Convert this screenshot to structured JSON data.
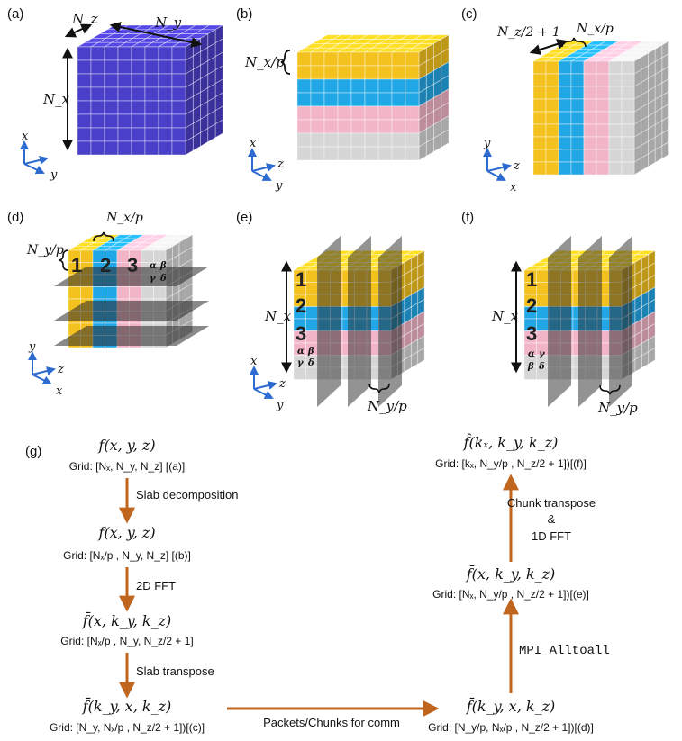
{
  "colors": {
    "block_blue": "#4a3fc8",
    "yellow": "#f4c21f",
    "cyan": "#22a7e6",
    "pink": "#f2b5c8",
    "gray": "#d6d6d6",
    "arrow": "#c0651e",
    "axis": "#2d6bd1"
  },
  "panels": {
    "a": {
      "label": "(a)",
      "dim1": "N_z",
      "dim2": "N_y",
      "dim3": "N_x",
      "axis_up": "x",
      "axis_right": "",
      "axis_diag": "y"
    },
    "b": {
      "label": "(b)",
      "slab": "N_x/p",
      "axis_up": "x",
      "axis_right": "z",
      "axis_diag": "y"
    },
    "c": {
      "label": "(c)",
      "dim1": "N_z/2 + 1",
      "dim2": "N_x/p",
      "axis_up": "y",
      "axis_right": "z",
      "axis_diag": "x"
    },
    "d": {
      "label": "(d)",
      "top": "N_x/p",
      "left": "N_y/p",
      "n1": "1",
      "n2": "2",
      "n3": "3",
      "g1": "α",
      "g2": "β",
      "g3": "γ",
      "g4": "δ",
      "axis_up": "y",
      "axis_right": "z",
      "axis_diag": "x"
    },
    "e": {
      "label": "(e)",
      "left": "N_x",
      "bottom": "N_y/p",
      "n1": "1",
      "n2": "2",
      "n3": "3",
      "g1": "α",
      "g2": "β",
      "g3": "γ",
      "g4": "δ",
      "axis_up": "x",
      "axis_right": "z",
      "axis_diag": "y"
    },
    "f": {
      "label": "(f)",
      "left": "N_x",
      "bottom": "N_y/p",
      "n1": "1",
      "n2": "2",
      "n3": "3",
      "g1": "α",
      "g2": "γ",
      "g3": "β",
      "g4": "δ"
    }
  },
  "flow": {
    "label": "(g)",
    "n1_fn": "f(x, y, z)",
    "n1_grid": "Grid: [Nₓ, N_y, N_z] [(a)]",
    "e1": "Slab decomposition",
    "n2_fn": "f(x, y, z)",
    "n2_grid": "Grid: [Nₓ/p , N_y, N_z] [(b)]",
    "e2": "2D FFT",
    "n3_fn": "f̄(x, k_y, k_z)",
    "n3_grid": "Grid: [Nₓ/p , N_y, N_z/2 + 1]",
    "e3": "Slab transpose",
    "n4_fn": "f̄(k_y, x, k_z)",
    "n4_grid": "Grid: [N_y, Nₓ/p , N_z/2 + 1])[(c)]",
    "e4": "Packets/Chunks for comm",
    "n5_fn": "f̄(k_y, x, k_z)",
    "n5_grid": "Grid: [N_y/p, Nₓ/p , N_z/2 + 1])[(d)]",
    "e5": "MPI_Alltoall",
    "n6_fn": "f̄(x, k_y, k_z)",
    "n6_grid": "Grid: [Nₓ, N_y/p , N_z/2 + 1])[(e)]",
    "e6a": "Chunk transpose",
    "e6b": "&",
    "e6c": "1D FFT",
    "n7_fn": "f̂(kₓ, k_y, k_z)",
    "n7_grid": "Grid: [kₓ, N_y/p , N_z/2 + 1])[(f)]"
  }
}
